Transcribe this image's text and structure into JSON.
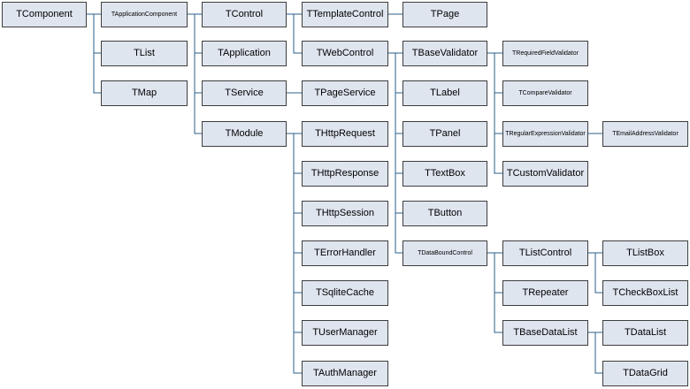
{
  "colors": {
    "box_fill": "#dfe5ef",
    "box_border": "#3d3d3d",
    "connector": "#2b5f8a"
  },
  "nodes": {
    "tcomponent": "TComponent",
    "tapplicationcomponent": "TApplicationComponent",
    "tlist": "TList",
    "tmap": "TMap",
    "tcontrol": "TControl",
    "tapplication": "TApplication",
    "tservice": "TService",
    "tmodule": "TModule",
    "ttemplatecontrol": "TTemplateControl",
    "tpage": "TPage",
    "twebcontrol": "TWebControl",
    "tpageservice": "TPageService",
    "thttprequest": "THttpRequest",
    "thttpresponse": "THttpResponse",
    "thttpsession": "THttpSession",
    "terrorhandler": "TErrorHandler",
    "tsqlitecache": "TSqliteCache",
    "tusermanager": "TUserManager",
    "tauthmanager": "TAuthManager",
    "tbasevalidator": "TBaseValidator",
    "tlabel": "TLabel",
    "tpanel": "TPanel",
    "ttextbox": "TTextBox",
    "tbutton": "TButton",
    "tdataboundcontrol": "TDataBoundControl",
    "trequiredfieldvalidator": "TRequiredFieldValidator",
    "tcomparevalidator": "TCompareValidator",
    "tregularexpressionvalidator": "TRegularExpressionValidator",
    "temailaddressvalidator": "TEmailAddressValidator",
    "tcustomvalidator": "TCustomValidator",
    "tlistcontrol": "TListControl",
    "trepeater": "TRepeater",
    "tbasedatalist": "TBaseDataList",
    "tlistbox": "TListBox",
    "tcheckboxlist": "TCheckBoxList",
    "tdatalist": "TDataList",
    "tdatagrid": "TDataGrid"
  }
}
